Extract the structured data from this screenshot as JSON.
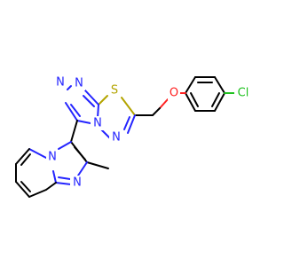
{
  "colors": {
    "background": "#ffffff",
    "carbon_bond": "#000000",
    "nitrogen": "#2424ff",
    "sulfur": "#b3a400",
    "oxygen": "#ff2020",
    "chlorine": "#1fc21f"
  },
  "atoms": {
    "n_triazole_top_left": "N",
    "n_triazole_top_right": "N",
    "s_thiadiazole": "S",
    "o_ether": "O",
    "cl_chloro": "Cl",
    "n_bridgehead": "N",
    "n_thiadiazole_lower": "N",
    "n_bridge_pyridine": "N",
    "n_imidazole": "N"
  }
}
